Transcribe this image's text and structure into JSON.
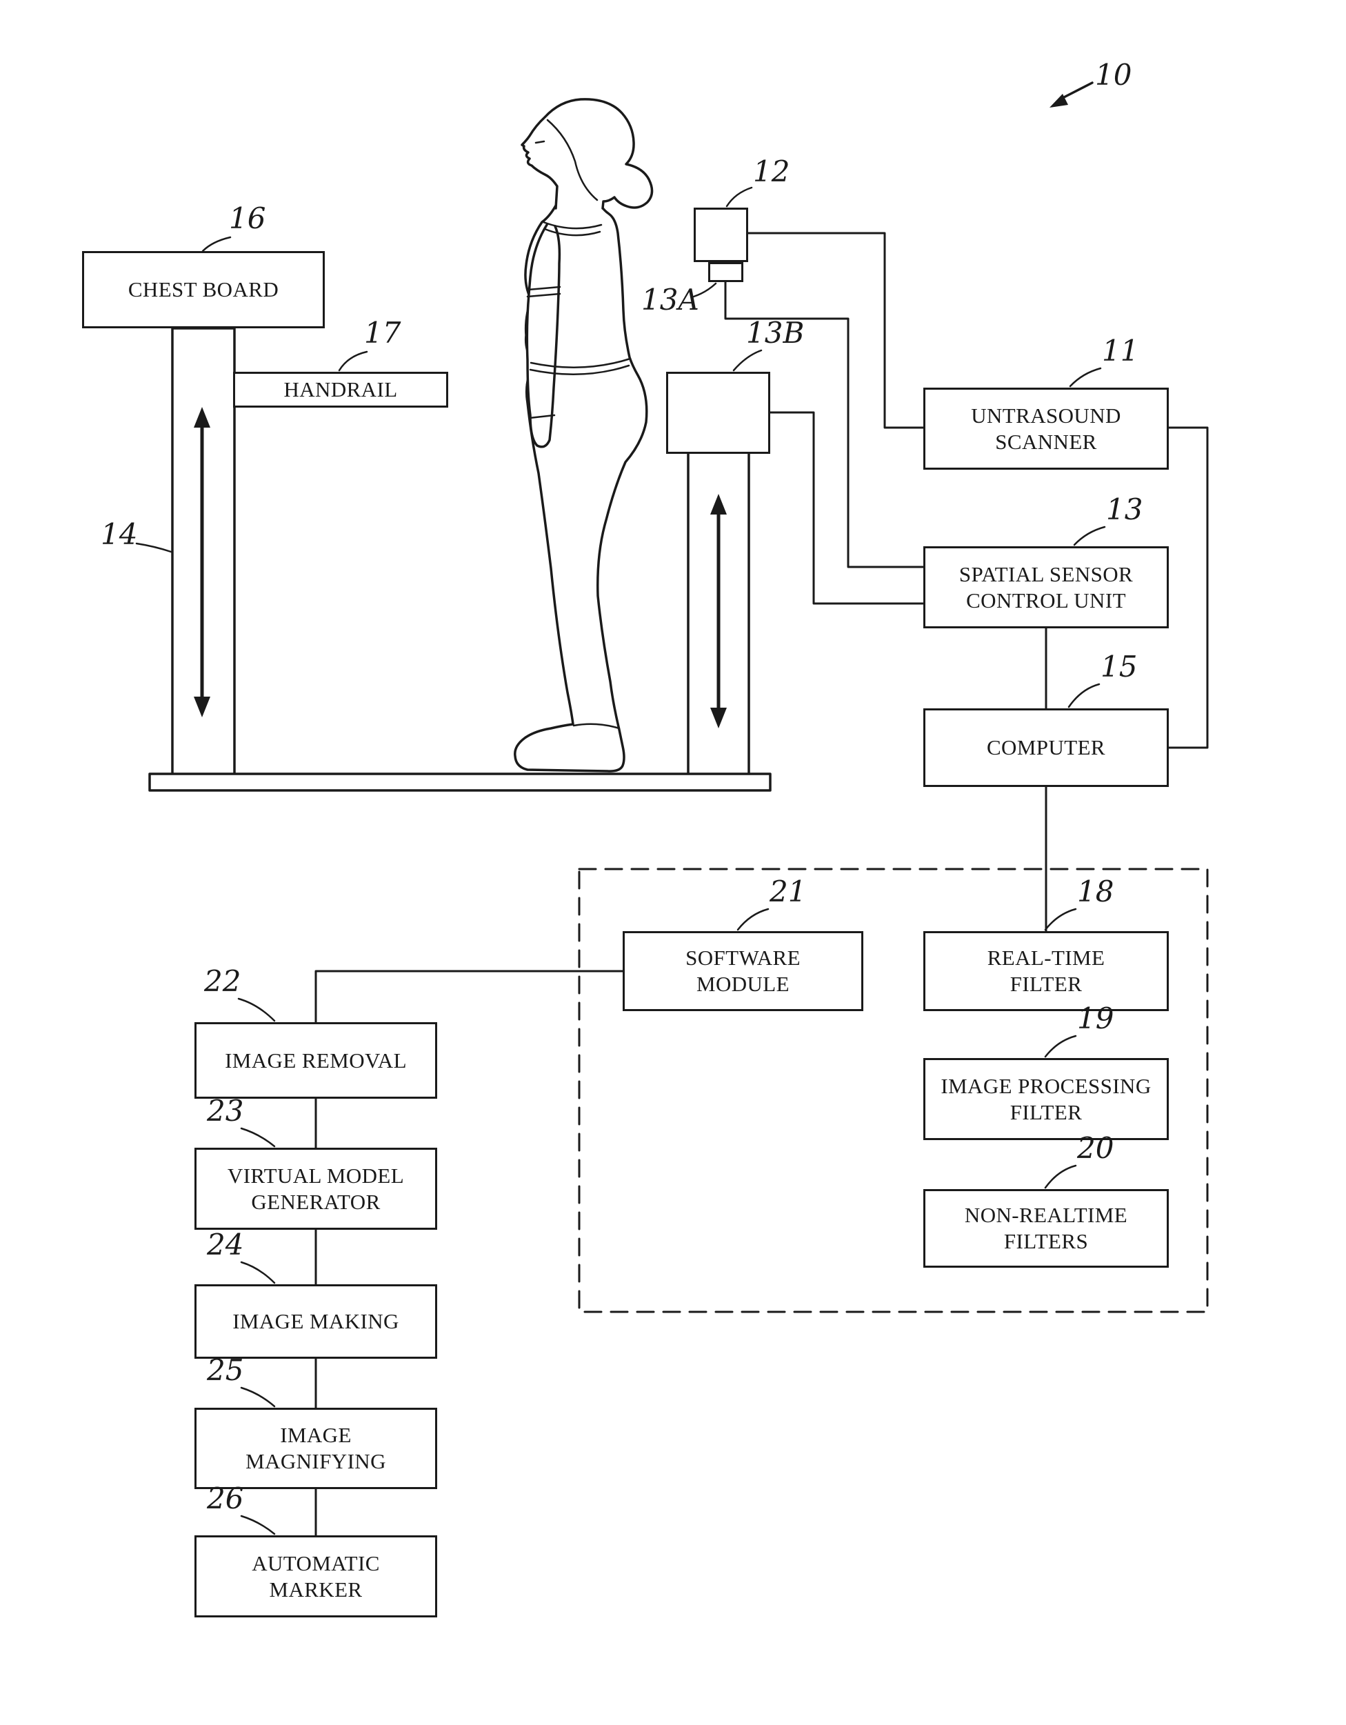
{
  "figure": {
    "boxes": {
      "chest_board": "CHEST BOARD",
      "handrail": "HANDRAIL",
      "ultrasound_scanner": "UNTRASOUND\nSCANNER",
      "spatial_sensor_control_unit": "SPATIAL SENSOR\nCONTROL UNIT",
      "computer": "COMPUTER",
      "software_module": "SOFTWARE\nMODULE",
      "realtime_filter": "REAL-TIME\nFILTER",
      "image_processing_filter": "IMAGE PROCESSING\nFILTER",
      "non_realtime_filters": "NON-REALTIME\nFILTERS",
      "image_removal": "IMAGE REMOVAL",
      "virtual_model_generator": "VIRTUAL MODEL\nGENERATOR",
      "image_making": "IMAGE MAKING",
      "image_magnifying": "IMAGE\nMAGNIFYING",
      "automatic_marker": "AUTOMATIC\nMARKER"
    },
    "refs": {
      "r10": "10",
      "r11": "11",
      "r12": "12",
      "r13": "13",
      "r13a": "13A",
      "r13b": "13B",
      "r14": "14",
      "r15": "15",
      "r16": "16",
      "r17": "17",
      "r18": "18",
      "r19": "19",
      "r20": "20",
      "r21": "21",
      "r22": "22",
      "r23": "23",
      "r24": "24",
      "r25": "25",
      "r26": "26"
    },
    "colors": {
      "ink": "#1a1a1a",
      "background": "#ffffff"
    }
  }
}
